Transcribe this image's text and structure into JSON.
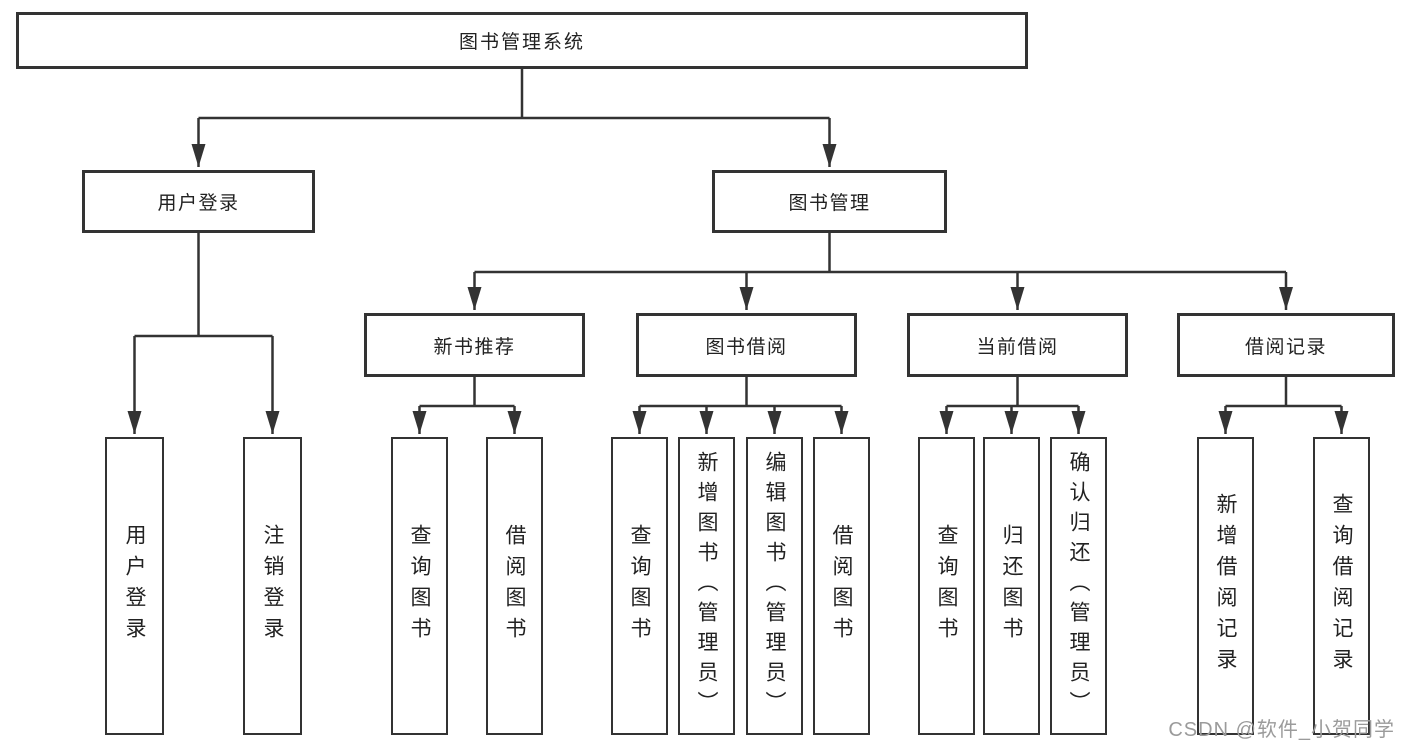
{
  "tree": {
    "root": {
      "label": "图书管理系统"
    },
    "branches": [
      {
        "label": "用户登录",
        "children": [
          {
            "label": "用户登录"
          },
          {
            "label": "注销登录"
          }
        ]
      },
      {
        "label": "图书管理",
        "children": [
          {
            "label": "新书推荐",
            "children": [
              {
                "label": "查询图书"
              },
              {
                "label": "借阅图书"
              }
            ]
          },
          {
            "label": "图书借阅",
            "children": [
              {
                "label": "查询图书"
              },
              {
                "label": "新增图书（管理员）"
              },
              {
                "label": "编辑图书（管理员）"
              },
              {
                "label": "借阅图书"
              }
            ]
          },
          {
            "label": "当前借阅",
            "children": [
              {
                "label": "查询图书"
              },
              {
                "label": "归还图书"
              },
              {
                "label": "确认归还（管理员）"
              }
            ]
          },
          {
            "label": "借阅记录",
            "children": [
              {
                "label": "新增借阅记录"
              },
              {
                "label": "查询借阅记录"
              }
            ]
          }
        ]
      }
    ]
  },
  "watermark": {
    "text": "CSDN @软件_小贺同学"
  },
  "colors": {
    "line": "#333333",
    "text": "#222222",
    "box_background": "#ffffff",
    "watermark": "#9b9b9b"
  }
}
